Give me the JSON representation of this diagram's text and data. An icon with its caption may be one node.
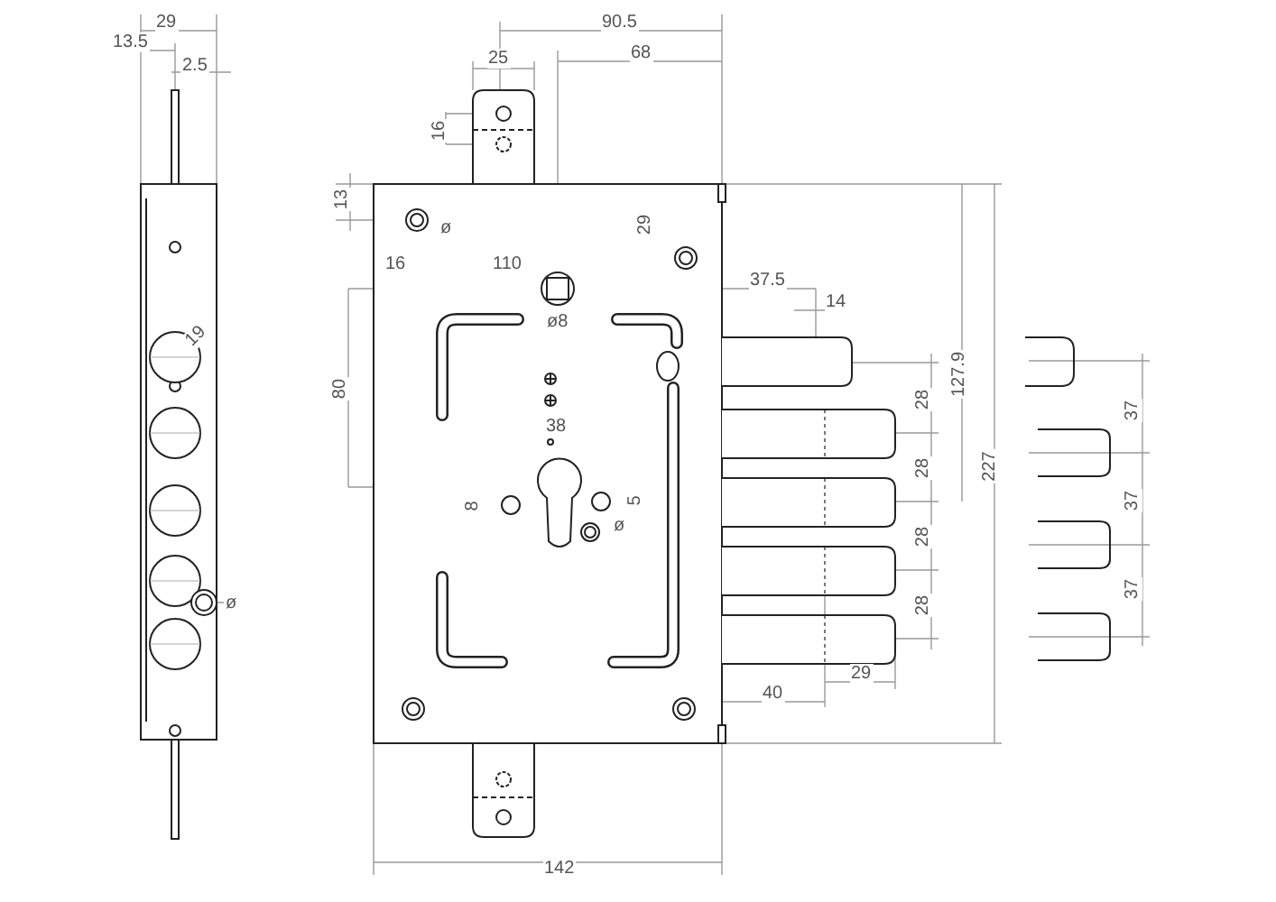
{
  "diagram": {
    "labels": [
      "29",
      "13.5",
      "90.5",
      "25",
      "68",
      "2.5",
      "16",
      "13",
      "ø",
      "29",
      "16",
      "110",
      "37.5",
      "ø8",
      "19",
      "14",
      "127.9",
      "80",
      "38",
      "28",
      "37",
      "28",
      "8",
      "5",
      "37",
      "ø",
      "227",
      "28",
      "37",
      "ø",
      "28",
      "40",
      "29",
      "142"
    ]
  }
}
